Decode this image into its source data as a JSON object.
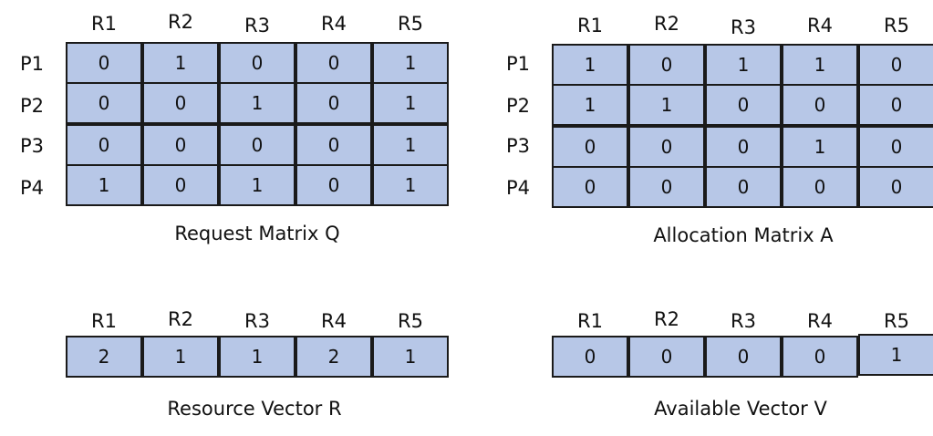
{
  "columns": [
    "R1",
    "R2",
    "R3",
    "R4",
    "R5"
  ],
  "rows": [
    "P1",
    "P2",
    "P3",
    "P4"
  ],
  "request_matrix": {
    "caption": "Request Matrix Q",
    "values": [
      [
        "0",
        "1",
        "0",
        "0",
        "1"
      ],
      [
        "0",
        "0",
        "1",
        "0",
        "1"
      ],
      [
        "0",
        "0",
        "0",
        "0",
        "1"
      ],
      [
        "1",
        "0",
        "1",
        "0",
        "1"
      ]
    ]
  },
  "allocation_matrix": {
    "caption": "Allocation Matrix A",
    "values": [
      [
        "1",
        "0",
        "1",
        "1",
        "0"
      ],
      [
        "1",
        "1",
        "0",
        "0",
        "0"
      ],
      [
        "0",
        "0",
        "0",
        "1",
        "0"
      ],
      [
        "0",
        "0",
        "0",
        "0",
        "0"
      ]
    ]
  },
  "resource_vector": {
    "caption": "Resource Vector R",
    "values": [
      "2",
      "1",
      "1",
      "2",
      "1"
    ]
  },
  "available_vector": {
    "caption": "Available Vector V",
    "values": [
      "0",
      "0",
      "0",
      "0",
      "1"
    ]
  }
}
